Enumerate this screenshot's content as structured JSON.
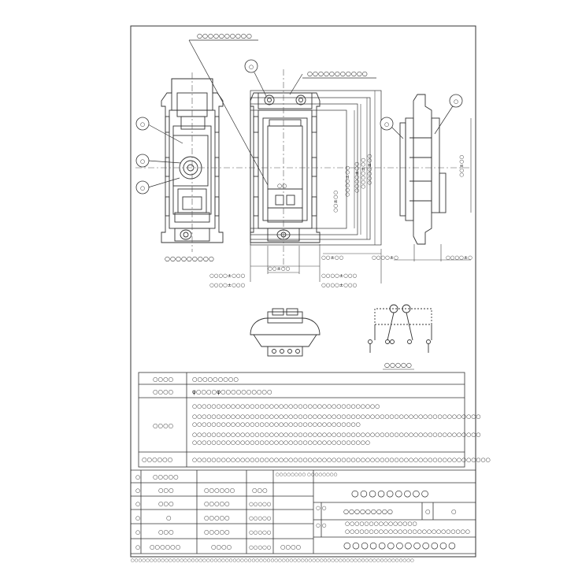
{
  "drawing": {
    "callouts": {
      "c1": "○○○○○○○○○○",
      "c2": "○○○○○○○○○○○",
      "c_top_marker": "○",
      "c_left_1": "○",
      "c_left_2": "○",
      "c_left_3": "○",
      "c_right_1": "○",
      "c_right_2": "○",
      "center_label": "○○",
      "bottom_caption": "○○○○○○○○○"
    },
    "dimensions": {
      "vertical_1": "○○○○±○○",
      "vertical_2": "○○○○±○○",
      "vertical_3": "○○○○±○○",
      "vertical_4": "○○○○±○○",
      "vertical_5": "○○○○±○○",
      "vertical_small": "○○±○○",
      "h_top_1": "○○±○○",
      "h_top_2": "○○±○○",
      "h_mid": "○○±○○",
      "h_left_1": "○○○○±○○○",
      "h_left_2": "○○○○±○○○",
      "h_right_1": "○○○○±○○○",
      "h_right_2": "○○○○±○○○",
      "side_left": "○○○○±○",
      "side_right": "○○○○±○",
      "side_vertical": "○○±○○"
    },
    "wiring_caption": "○○○○○"
  },
  "spec_table": {
    "rows": [
      {
        "label": "○○○○",
        "value": "○○○○○○○○○"
      },
      {
        "label": "○○○○",
        "value": "φ○○○○φ○○○○○○○○○○"
      },
      {
        "label": "○○○○",
        "lines": [
          "○○○○○○○○○○○○○○○○○○○○○○○○○○○○○○○○○○○○○○○",
          "○○○○○○○○○○○○○○○○○○○○○○○○○○○○○○○○○○○○○○○○○○○○○○○○○○○○○○○○○○○○",
          "○○○○○○○○○○○○○○○○○○○○○○○○○○○○○○○○○○○",
          "○○○○○○○○○○○○○○○○○○○○○○○○○○○○○○○○○○○○○○○○○○○○○○○○○○○○○○○○○○○○",
          "○○○○○○○○○○○○○○○○○○○○○○○○○○○○○○○○○○○○○"
        ]
      },
      {
        "label": "○○○○○○",
        "value": "○○○○○○○○○○○○○○○○○○○○○○○○○○○○○○○○○○○○○○○○○○○○○○○○○○○○○○○○○○○○○○"
      }
    ]
  },
  "title_block": {
    "rev_rows": [
      {
        "mark": "○",
        "c1": "○○○○○",
        "c2": "",
        "c3": "",
        "note": "○○○○○○○○\n○○○○○○○○"
      },
      {
        "mark": "○",
        "c1": "○○○",
        "c2": "○○○○○○",
        "c3": "○○○"
      },
      {
        "mark": "○",
        "c1": "○○○",
        "c2": "○○○○○",
        "c3": "○○○○○"
      },
      {
        "mark": "○",
        "c1": "○",
        "c2": "○○○○○",
        "c3": "○○○○○"
      },
      {
        "mark": "○",
        "c1": "○○○",
        "c2": "○○○○○",
        "c3": "○○○○○"
      },
      {
        "mark": "○",
        "c1": "○○○○○○",
        "c2": "○○○○",
        "c3": "○○○○○",
        "c4": "○○○○"
      }
    ],
    "product_name": "○○○○○○○○○",
    "model_row": {
      "mark": "○\n○",
      "model": "○○○○○○○○○",
      "small": "○",
      "right": "○"
    },
    "desc_row": {
      "mark": "○\n○",
      "line1": "○○○○○○○○○○○○○○○",
      "line2": "○○○○○○○○○○○○○○○○○○○○○○○○○○"
    },
    "drawing_number": "○○○○○○○○○○○○○",
    "footer_note": "○○○○○○○○○○○○○○○○○○○○○○○○○○○○○○○○○○○○○○○○○○○○○○○○○○○○○○○○○○○○○○○○○○○○○○○○○○○"
  }
}
